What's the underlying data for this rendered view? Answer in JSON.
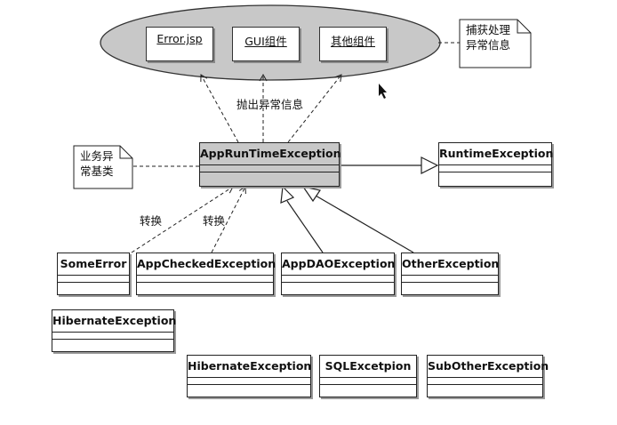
{
  "ellipse": {
    "components": [
      "Error.jsp",
      "GUI组件",
      "其他组件"
    ]
  },
  "notes": {
    "catch": "捕获处理\n异常信息",
    "base": "业务异\n常基类"
  },
  "labels": {
    "throw": "抛出异常信息",
    "convert_left": "转换",
    "convert_right": "转换"
  },
  "classes": {
    "app_runtime": "AppRunTimeException",
    "runtime": "RuntimeException",
    "some_error": "SomeError",
    "app_checked": "AppCheckedException",
    "app_dao": "AppDAOException",
    "other": "OtherException",
    "hibernate_left": "HibernateException",
    "hibernate_bottom": "HibernateException",
    "sql": "SQLExcetpion",
    "sub_other": "SubOtherException"
  },
  "colors": {
    "ellipse_fill": "#c8c8c8",
    "main_class_fill": "#c8c8c8",
    "line": "#222222"
  }
}
